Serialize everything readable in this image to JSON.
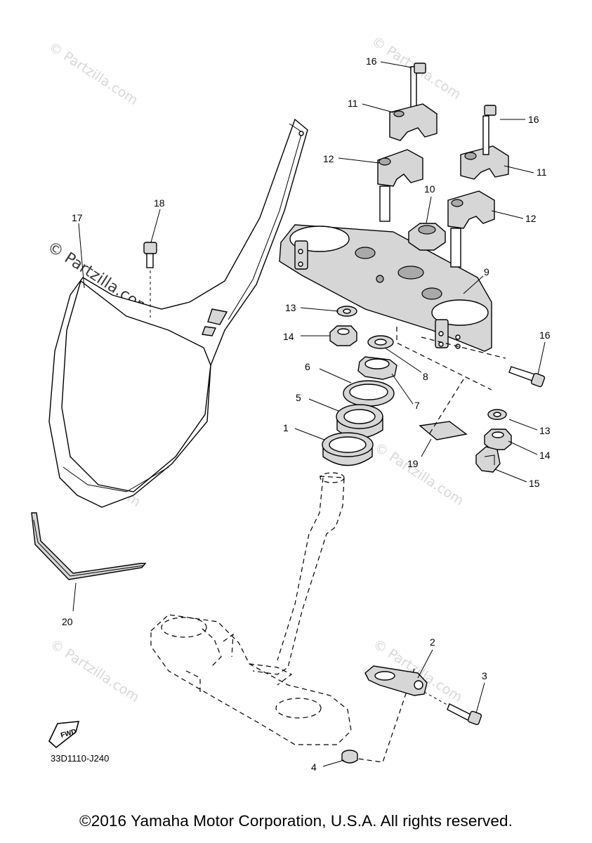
{
  "diagram": {
    "code": "33D1110-J240",
    "copyright": "©2016 Yamaha Motor Corporation, U.S.A. All rights reserved.",
    "fwd_label": "FWD",
    "watermark": "© Partzilla.com",
    "callouts": {
      "c1": "1",
      "c2": "2",
      "c3": "3",
      "c4": "4",
      "c5": "5",
      "c6": "6",
      "c7": "7",
      "c8": "8",
      "c9": "9",
      "c10": "10",
      "c11a": "11",
      "c11b": "11",
      "c12a": "12",
      "c12b": "12",
      "c13a": "13",
      "c13b": "13",
      "c14a": "14",
      "c14b": "14",
      "c15": "15",
      "c16a": "16",
      "c16b": "16",
      "c16c": "16",
      "c17": "17",
      "c18": "18",
      "c19": "19",
      "c20": "20"
    }
  }
}
